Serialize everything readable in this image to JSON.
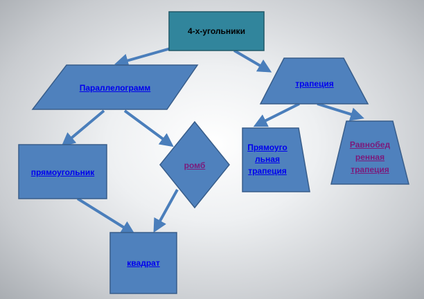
{
  "diagram": {
    "root": {
      "label": "4-х-угольники"
    },
    "nodes": {
      "parallelogram": {
        "label": "Параллелограмм"
      },
      "trapezoid": {
        "label": "трапеция"
      },
      "rectangle": {
        "label": "прямоугольник"
      },
      "rhombus": {
        "label": "ромб"
      },
      "square": {
        "label": "квадрат"
      },
      "right_trapezoid": {
        "lines": [
          "Прямоуго",
          "льная",
          "трапеция"
        ]
      },
      "isosceles_trapezoid": {
        "lines": [
          "Равнобед",
          "ренная",
          "трапеция"
        ]
      }
    },
    "colors": {
      "root_fill": "#31859c",
      "node_fill": "#4f81bd",
      "node_stroke": "#385d8a",
      "arrow": "#4a7ebb",
      "link": "#0000ee",
      "visited_link": "#7b1a7b"
    }
  }
}
